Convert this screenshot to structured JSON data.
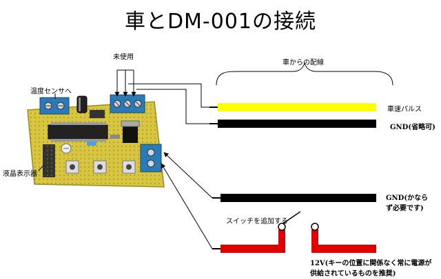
{
  "title": "車とDM-001の接続",
  "labels": {
    "unused": "未使用",
    "temp_sensor": "温度センサへ",
    "lcd": "液晶表示器",
    "from_car": "車からの配線",
    "speed_pulse": "車速パルス",
    "gnd_optional": "GND(省略可)",
    "gnd_required_1": "GND(かなら",
    "gnd_required_2": "ず必要です)",
    "add_switch": "スイッチを追加する",
    "power_12v_1": "12V(キーの位置に関係なく常に電源が",
    "power_12v_2": "供給されているものを推奨)"
  },
  "colors": {
    "board": "#d8c640",
    "terminal_block": "#2a7ab8",
    "wire_yellow": "#ffff00",
    "wire_black": "#000000",
    "wire_red": "#e00000"
  }
}
